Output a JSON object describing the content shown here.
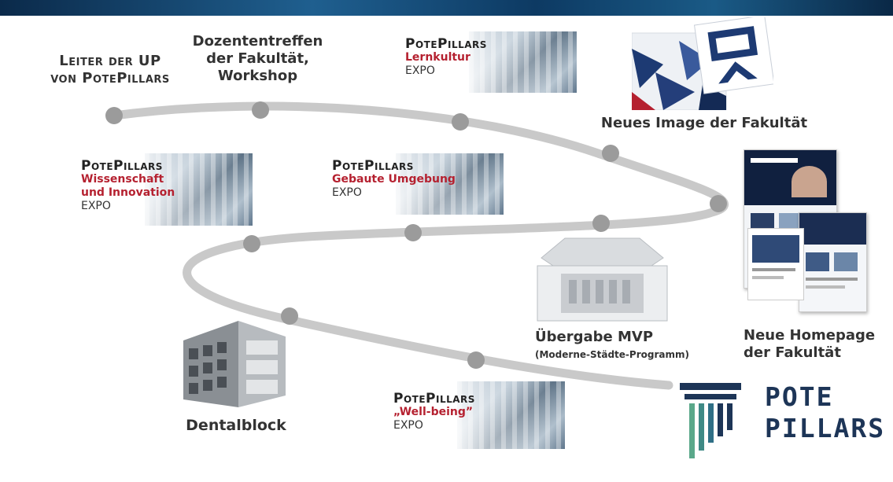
{
  "leader": {
    "line1": "Leiter der UP",
    "line2": "von PotePillars"
  },
  "meeting": {
    "line1": "Dozententreffen",
    "line2": "der Fakultät,",
    "line3": "Workshop"
  },
  "cards": [
    {
      "title": "PotePillars",
      "subtitle_lines": [
        "Lernkultur"
      ],
      "tag": "EXPO"
    },
    {
      "title": "PotePillars",
      "subtitle_lines": [
        "Wissenschaft",
        "und Innovation"
      ],
      "tag": "EXPO"
    },
    {
      "title": "PotePillars",
      "subtitle_lines": [
        "Gebaute Umgebung"
      ],
      "tag": "EXPO"
    },
    {
      "title": "PotePillars",
      "subtitle_lines": [
        "„Well-being”"
      ],
      "tag": "EXPO"
    }
  ],
  "image_label": "Neues Image der Fakultät",
  "homepage": {
    "line1": "Neue Homepage",
    "line2": "der Fakultät"
  },
  "mvp": {
    "line1": "Übergabe MVP",
    "line2": "(Moderne-Städte-Programm)"
  },
  "dental": "Dentalblock",
  "logo": {
    "word1": "POTE",
    "word2": "PILLARS"
  },
  "colors": {
    "accent_red": "#b52130",
    "path_gray": "#c9c9c9",
    "dot_gray": "#9b9b9b",
    "logo_navy": "#1d3557",
    "logo_green": "#5aa88a"
  }
}
